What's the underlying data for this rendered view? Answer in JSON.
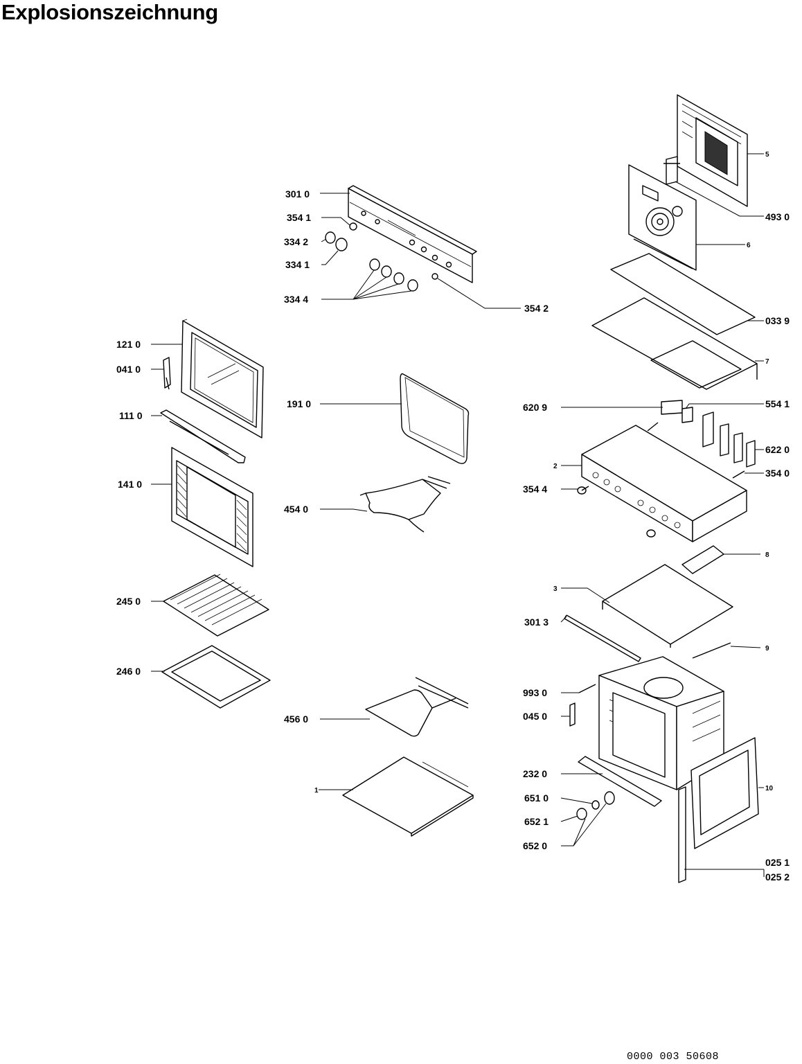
{
  "title": "Explosionszeichnung",
  "document_number": "0000 003 50608",
  "labels": {
    "l3010": "301 0",
    "l3541": "354 1",
    "l3342": "334 2",
    "l3341": "334 1",
    "l3344": "334 4",
    "l3542": "354 2",
    "l1210": "121 0",
    "l0410": "041 0",
    "l1110": "111 0",
    "l1410": "141 0",
    "l2450": "245 0",
    "l2460": "246 0",
    "l1910": "191 0",
    "l4540": "454 0",
    "l4560": "456 0",
    "l1": "1",
    "l5": "5",
    "l4930": "493 0",
    "l6": "6",
    "l0339": "033 9",
    "l7": "7",
    "l6209": "620 9",
    "l5541": "554 1",
    "l6220": "622 0",
    "l2": "2",
    "l3540": "354 0",
    "l3544": "354 4",
    "l8": "8",
    "l3": "3",
    "l3013": "301 3",
    "l9": "9",
    "l9930": "993 0",
    "l0450": "045 0",
    "l2320": "232 0",
    "l6510": "651 0",
    "l6521": "652 1",
    "l6520": "652 0",
    "l10": "10",
    "l0251": "025 1",
    "l0252": "025 2"
  }
}
